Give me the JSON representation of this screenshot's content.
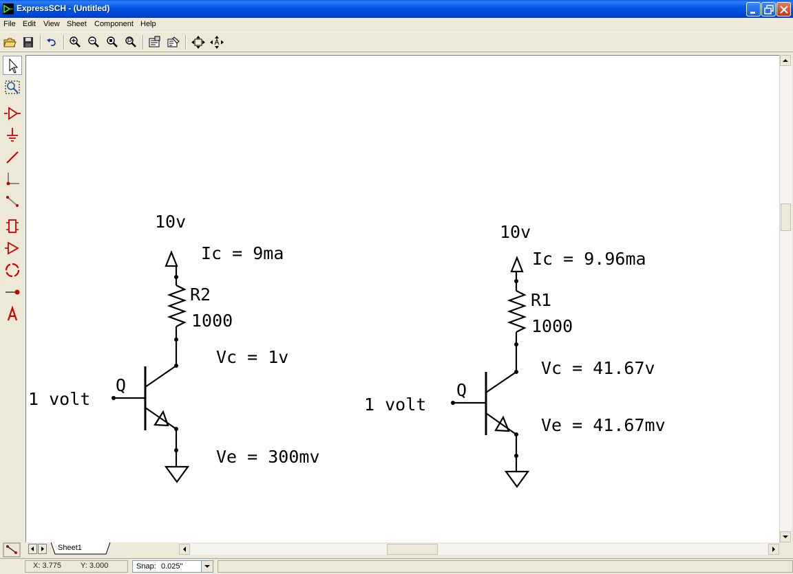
{
  "window": {
    "title": "ExpressSCH - (Untitled)"
  },
  "menu": [
    "File",
    "Edit",
    "View",
    "Sheet",
    "Component",
    "Help"
  ],
  "toolbar": {
    "buttons": [
      "open-icon",
      "save-icon",
      "undo-icon",
      "zoom-in-icon",
      "zoom-out-icon",
      "zoom-area-icon",
      "zoom-fit-icon",
      "properties-icon",
      "component-editor-icon",
      "pan-icon",
      "auto-pan-icon"
    ]
  },
  "palette": {
    "tools": [
      "select-arrow",
      "zoom-select",
      "component",
      "ground",
      "wire",
      "bus-corner",
      "bus-entry",
      "part",
      "buffer",
      "circle",
      "junction",
      "text"
    ]
  },
  "schematic": {
    "left": {
      "supply": "10v",
      "ic": "Ic = 9ma",
      "resistor_name": "R2",
      "resistor_value": "1000",
      "vc": "Vc = 1v",
      "transistor": "Q",
      "input": "1 volt",
      "ve": "Ve = 300mv"
    },
    "right": {
      "supply": "10v",
      "ic": "Ic = 9.96ma",
      "resistor_name": "R1",
      "resistor_value": "1000",
      "vc": "Vc = 41.67v",
      "transistor": "Q",
      "input": "1 volt",
      "ve": "Ve = 41.67mv"
    }
  },
  "tabs": {
    "sheet": "Sheet1"
  },
  "status": {
    "x": "X: 3.775",
    "y": "Y: 3.000",
    "snap_label": "Snap:",
    "snap_value": "0.025\""
  },
  "colors": {
    "title_bar": "#0055e5",
    "accent_red": "#cc0000"
  }
}
